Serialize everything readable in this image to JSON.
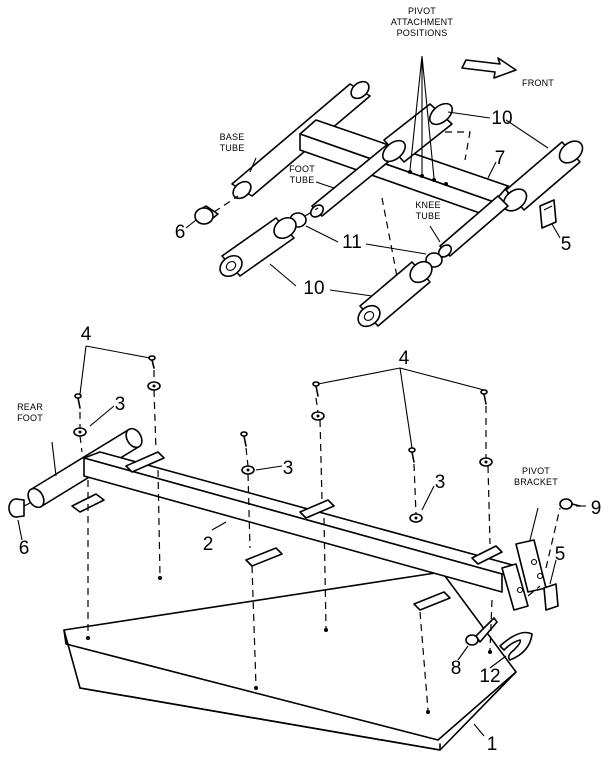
{
  "labels": {
    "pivot_attachment_positions": [
      "PIVOT",
      "ATTACHMENT",
      "POSITIONS"
    ],
    "front": "FRONT",
    "base_tube": [
      "BASE",
      "TUBE"
    ],
    "foot_tube": [
      "FOOT",
      "TUBE"
    ],
    "knee_tube": [
      "KNEE",
      "TUBE"
    ],
    "rear_foot": [
      "REAR",
      "FOOT"
    ],
    "pivot_bracket": [
      "PIVOT",
      "BRACKET"
    ]
  },
  "callouts": {
    "n1": "1",
    "n2": "2",
    "n3": "3",
    "n4": "4",
    "n5": "5",
    "n6": "6",
    "n7": "7",
    "n8": "8",
    "n9": "9",
    "n10": "10",
    "n11": "11",
    "n12": "12"
  }
}
